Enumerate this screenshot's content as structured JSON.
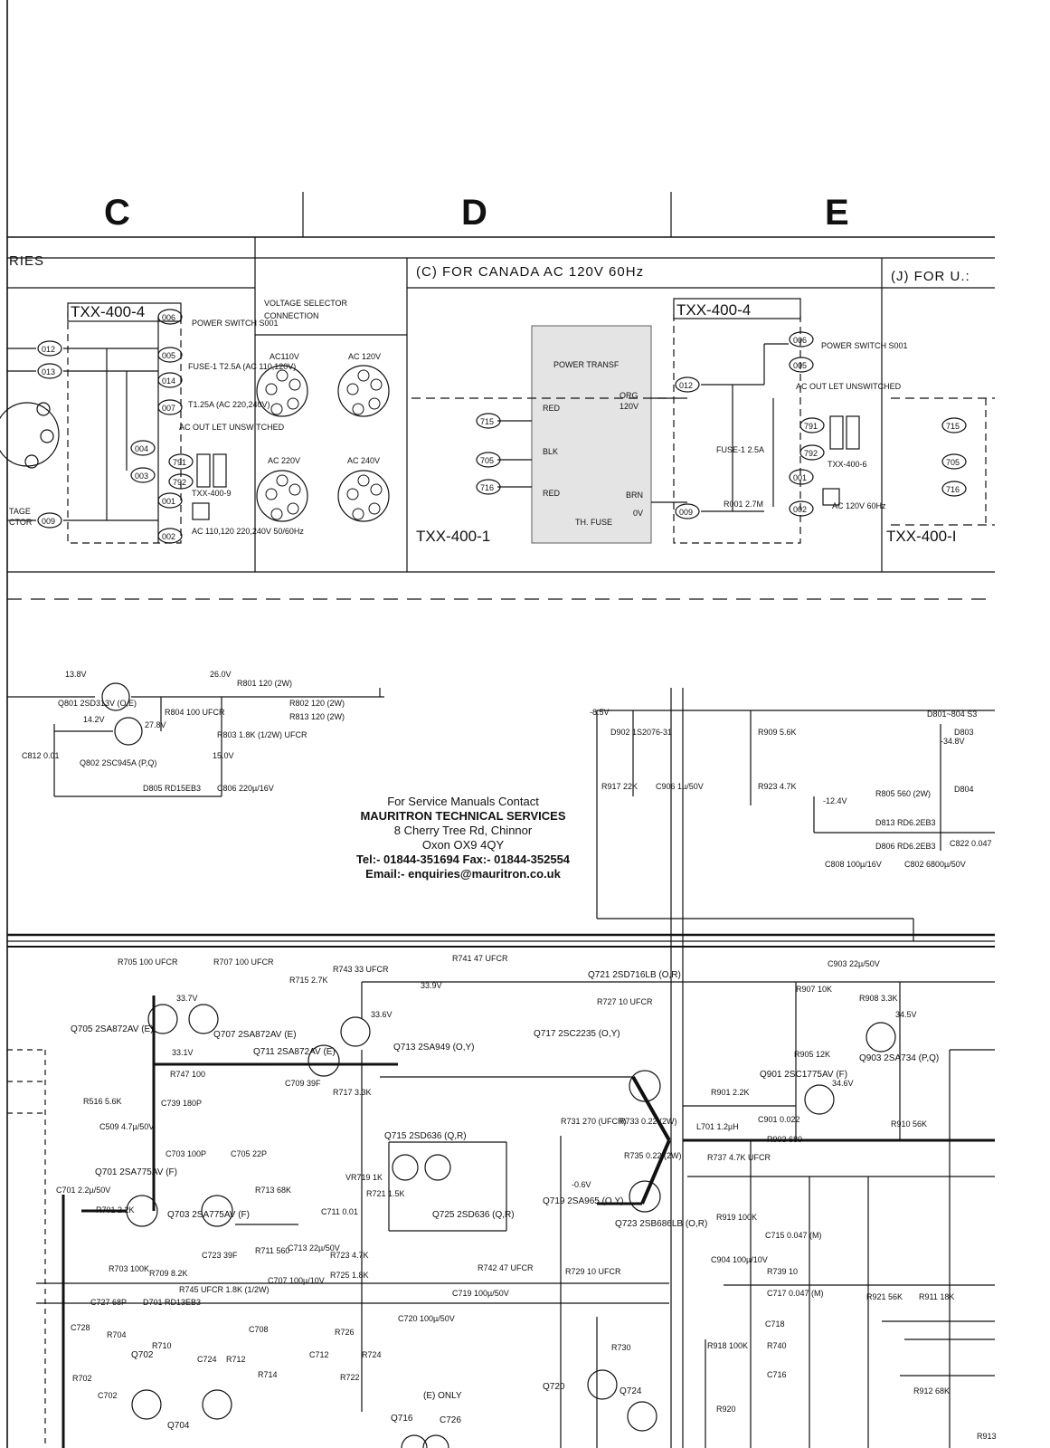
{
  "columns": [
    "C",
    "D",
    "E"
  ],
  "section_headers": {
    "left": "RIES",
    "canada": "(C) FOR CANADA  AC 120V 60Hz",
    "us": "(J) FOR U.:"
  },
  "voltage_selector": {
    "title_line1": "VOLTAGE SELECTOR",
    "title_line2": "CONNECTION",
    "options": [
      "AC110V",
      "AC 120V",
      "AC 220V",
      "AC 240V"
    ],
    "bottom_left_line1": "TAGE",
    "bottom_left_line2": "CTOR"
  },
  "transformer_labels": {
    "left_box": "TXX-400-4",
    "canada_box": "TXX-400-4",
    "canada_bottom": "TXX-400-1",
    "right_bottom": "TXX-400-I",
    "power_transf": "POWER TRANSF",
    "wires": [
      "RED",
      "BLK",
      "RED",
      "ORG",
      "120V",
      "BRN",
      "0V"
    ],
    "thermal_fuse": "TH. FUSE"
  },
  "connectors": {
    "left": [
      "012",
      "013",
      "009",
      "006",
      "005",
      "014",
      "007",
      "004",
      "003",
      "001",
      "002",
      "791",
      "792"
    ],
    "canada_left": [
      "715",
      "705",
      "716"
    ],
    "canada_right": [
      "012",
      "009",
      "006",
      "005",
      "791",
      "792",
      "001",
      "002"
    ],
    "right": [
      "715",
      "705",
      "716"
    ]
  },
  "power_labels": {
    "power_switch": "POWER SWITCH S001",
    "fuse_left": "FUSE-1 T2.5A (AC 110,120V)",
    "fuse_left2": "T1.25A (AC 220,240V)",
    "ac_outlet": "AC OUT LET UNSWITCHED",
    "plug_left": "TXX-400-9",
    "ac_left": "AC 110,120 220,240V 50/60Hz",
    "fuse_canada": "FUSE-1 2.5A",
    "plug_canada": "TXX-400-6",
    "r001": "R001 2.7M",
    "ac_canada": "AC 120V 60Hz"
  },
  "power_supply": {
    "volts": [
      "13.8V",
      "26.0V",
      "14.2V",
      "27.8V",
      "15.0V",
      "-8.5V",
      "-34.8V",
      "-12.4V"
    ],
    "q801": "Q801 2SD313V (O,E)",
    "q802": "Q802 2SC945A (P,Q)",
    "r804": "R804 100 UFCR",
    "r803": "R803 1.8K (1/2W) UFCR",
    "r801": "R801 120 (2W)",
    "r802": "R802 120 (2W)",
    "r813": "R813 120 (2W)",
    "c812": "C812 0.01",
    "d805": "D805 RD15EB3",
    "c806": "C806 220µ/16V",
    "d902": "D902 1S2076-31",
    "r909": "R909 5.6K",
    "r917": "R917 22K",
    "c906": "C906 1µ/50V",
    "r923": "R923 4.7K",
    "d801": "D801~804 S3",
    "d803": "D803",
    "d804": "D804",
    "r805": "R805 560 (2W)",
    "d813": "D813 RD6.2EB3",
    "d806": "D806 RD6.2EB3",
    "c808": "C808 100µ/16V",
    "c802": "C802 6800µ/50V",
    "c822": "C822 0.047"
  },
  "notice": {
    "line1": "For Service Manuals Contact",
    "line2": "MAURITRON TECHNICAL SERVICES",
    "line3": "8 Cherry Tree Rd, Chinnor",
    "line4": "Oxon OX9 4QY",
    "line5": "Tel:- 01844-351694 Fax:- 01844-352554",
    "line6": "Email:- enquiries@mauritron.co.uk"
  },
  "amplifier": {
    "volts": [
      "33.9V",
      "33.7V",
      "33.1V",
      "33.6V",
      "-0.6V",
      "34.6V",
      "34.5V"
    ],
    "q705": "Q705 2SA872AV (E)",
    "q707": "Q707 2SA872AV (E)",
    "q711": "Q711 2SA872AV (E)",
    "q713": "Q713 2SA949 (O,Y)",
    "q717": "Q717 2SC2235 (O,Y)",
    "q721": "Q721 2SD716LB (O,R)",
    "q701": "Q701 2SA775AV (F)",
    "q703": "Q703 2SA775AV (F)",
    "q715": "Q715 2SD636 (Q,R)",
    "q725": "Q725 2SD636 (Q,R)",
    "q719": "Q719 2SA965 (O,Y)",
    "q723": "Q723 2SB686LB (O,R)",
    "q720": "Q720",
    "q724": "Q724",
    "q702": "Q702",
    "q704": "Q704",
    "q716": "Q716",
    "q726": "C726",
    "q901": "Q901 2SC1775AV (F)",
    "q903": "Q903 2SA734 (P,Q)",
    "parts": [
      "R705 100 UFCR",
      "R707 100 UFCR",
      "R715 2.7K",
      "R743 33 UFCR",
      "R741 47 UFCR",
      "R727 10 UFCR",
      "R747 100",
      "C739 180P",
      "C709 39F",
      "R717 3.3K",
      "R516 5.6K",
      "C509 4.7µ/50V",
      "C703 100P",
      "C705 22P",
      "C701 2.2µ/50V",
      "R701 2.2K",
      "R713 68K",
      "R711 560",
      "C713 22µ/50V",
      "C723 39F",
      "VR719 1K",
      "R721 1.5K",
      "C711 0.01",
      "R723 4.7K",
      "R725 1.8K",
      "R709 8.2K",
      "R745 UFCR 1.8K (1/2W)",
      "C707 100µ/10V",
      "D701 RD13EB3",
      "C727 68P",
      "R703 100K",
      "C728",
      "R704",
      "R710",
      "C724",
      "R712",
      "R702",
      "C702",
      "R714",
      "C708",
      "R726",
      "C712",
      "R722",
      "R724",
      "R731 270 (UFCR)",
      "R733 0.22 (2W)",
      "R735 0.22 (2W)",
      "R742 47 UFCR",
      "R729 10 UFCR",
      "C719 100µ/50V",
      "C720 100µ/50V",
      "R730",
      "R907 10K",
      "R908 3.3K",
      "C903 22µ/50V",
      "R905 12K",
      "R901 2.2K",
      "L701 1.2µH",
      "C901 0.022",
      "R903 680",
      "R910 56K",
      "R737 4.7K UFCR",
      "R919 100K",
      "C715 0.047 (M)",
      "C904 100µ/10V",
      "R739 10",
      "C717 0.047 (M)",
      "C718",
      "R740",
      "R918 100K",
      "C716",
      "R920",
      "R921 56K",
      "R911 18K",
      "R912 68K",
      "R913"
    ],
    "e_only": "(E) ONLY"
  }
}
